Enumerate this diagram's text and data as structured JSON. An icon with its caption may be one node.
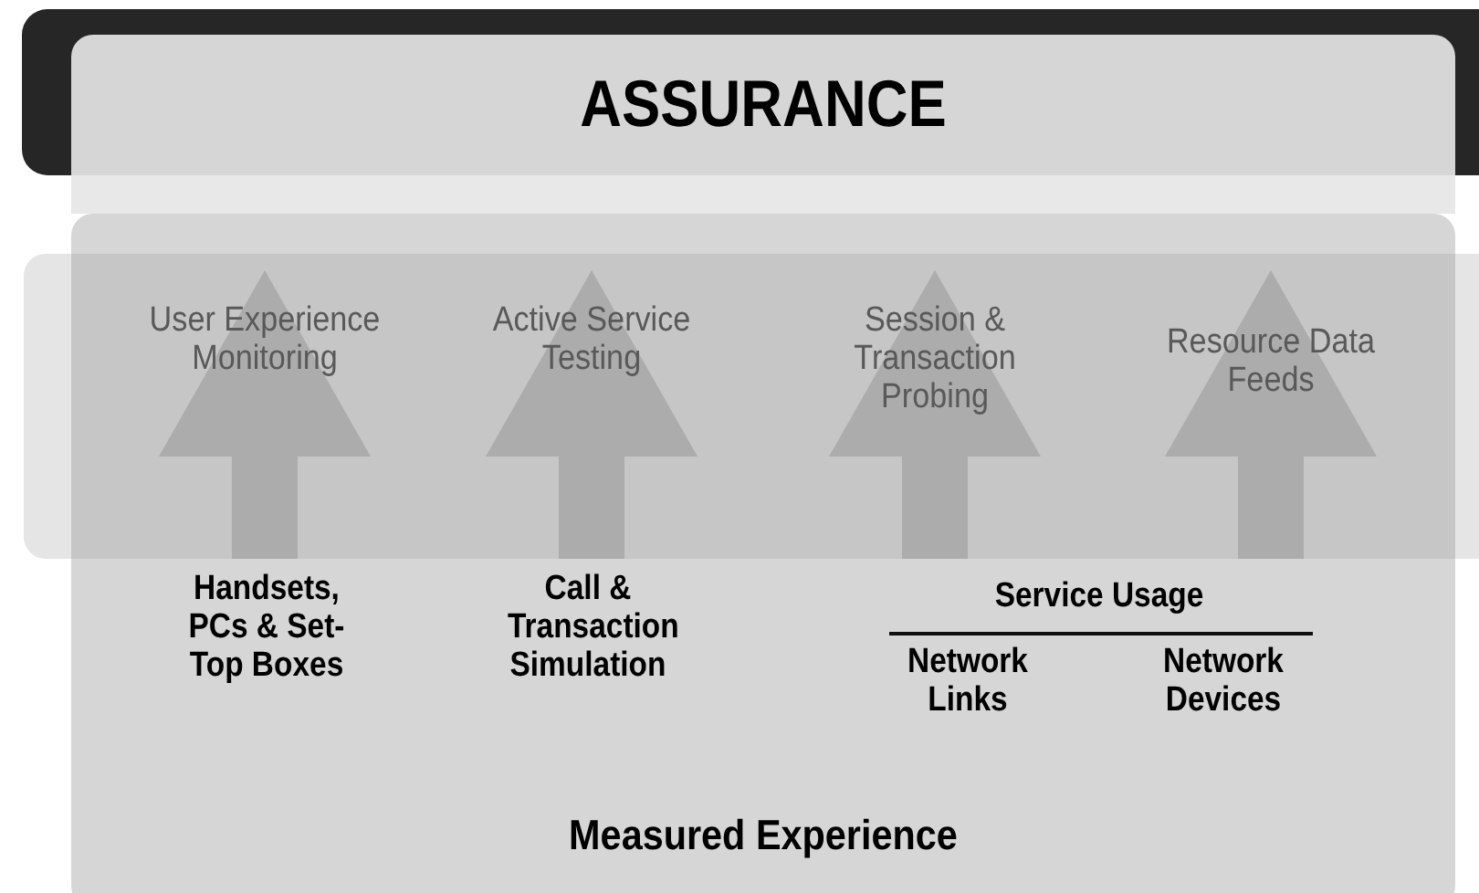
{
  "diagram": {
    "nodes": [
      {
        "text": [
          "ASSURANCE"
        ]
      },
      {
        "text": [
          "Measured Experience"
        ]
      },
      {
        "text": [
          "User Experience Monitoring"
        ],
        "in": 1
      },
      {
        "text": [
          "Active Service Testing"
        ],
        "in": 1
      },
      {
        "text": [
          "Session & Transaction Probing"
        ],
        "in": 1
      },
      {
        "text": [
          "Resource Data Feeds"
        ],
        "in": 1
      }
    ],
    "edges": [],
    "labels": [
      "Handsets, PCs & Set-Top Boxes",
      "Call & Transaction Simulation",
      "Service Usage",
      "Network Links",
      "Network Devices"
    ]
  }
}
